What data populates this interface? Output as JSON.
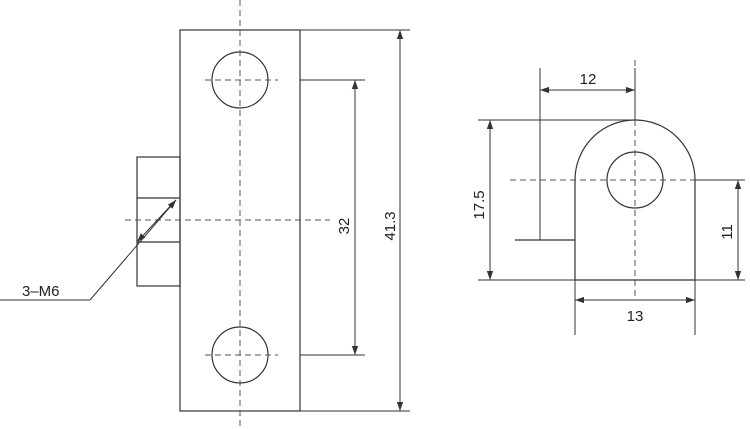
{
  "dimensions": {
    "hole_spacing": "32",
    "total_height": "41.3",
    "thread_label": "3–M6",
    "top_width": "12",
    "left_height": "17.5",
    "right_height": "11",
    "bottom_width": "13"
  },
  "colors": {
    "line": "#333333",
    "background": "#ffffff"
  }
}
